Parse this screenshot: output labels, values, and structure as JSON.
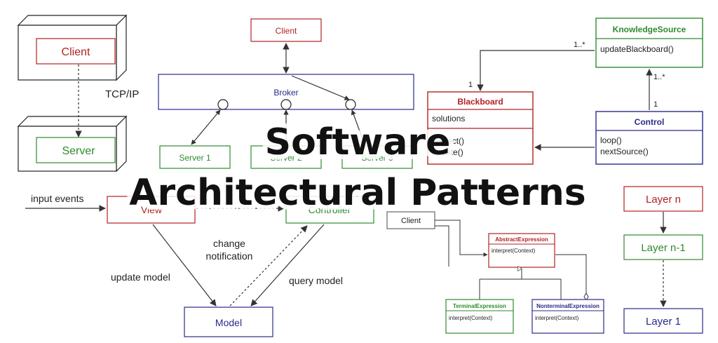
{
  "title": {
    "line1": "Software",
    "line2": "Architectural Patterns"
  },
  "client_server": {
    "client": "Client",
    "server": "Server",
    "link": "TCP/IP"
  },
  "broker_pattern": {
    "client": "Client",
    "broker": "Broker",
    "server1": "Server 1",
    "server2": "Server 2",
    "server3": "Server 3"
  },
  "blackboard_pattern": {
    "knowledge_source": "KnowledgeSource",
    "knowledge_source_method": "updateBlackboard()",
    "blackboard": "Blackboard",
    "blackboard_attr": "solutions",
    "blackboard_method1": "inspect()",
    "blackboard_method2": "update()",
    "control": "Control",
    "control_method1": "loop()",
    "control_method2": "nextSource()",
    "mult_ks_top": "1..*",
    "mult_bb": "1",
    "mult_ks_control": "1..*",
    "mult_control": "1"
  },
  "mvc_pattern": {
    "input_events": "input events",
    "view": "View",
    "controller": "Controller",
    "model": "Model",
    "change_notification_1": "change",
    "change_notification_2": "notification",
    "update_model": "update model",
    "query_model": "query model"
  },
  "interpreter_pattern": {
    "client": "Client",
    "abstract_expression": "AbstractExpression",
    "abstract_method": "interpret(Context)",
    "terminal_expression": "TerminalExpression",
    "terminal_method": "interpret(Context)",
    "nonterminal_expression": "NonterminalExpression",
    "nonterminal_method": "interpret(Context)"
  },
  "layered_pattern": {
    "layer_n": "Layer n",
    "layer_n_1": "Layer n-1",
    "layer_1": "Layer 1"
  },
  "colors": {
    "red": "#b22222",
    "green": "#2e8b2e",
    "navy": "#2a2a8c",
    "line": "#333333"
  }
}
